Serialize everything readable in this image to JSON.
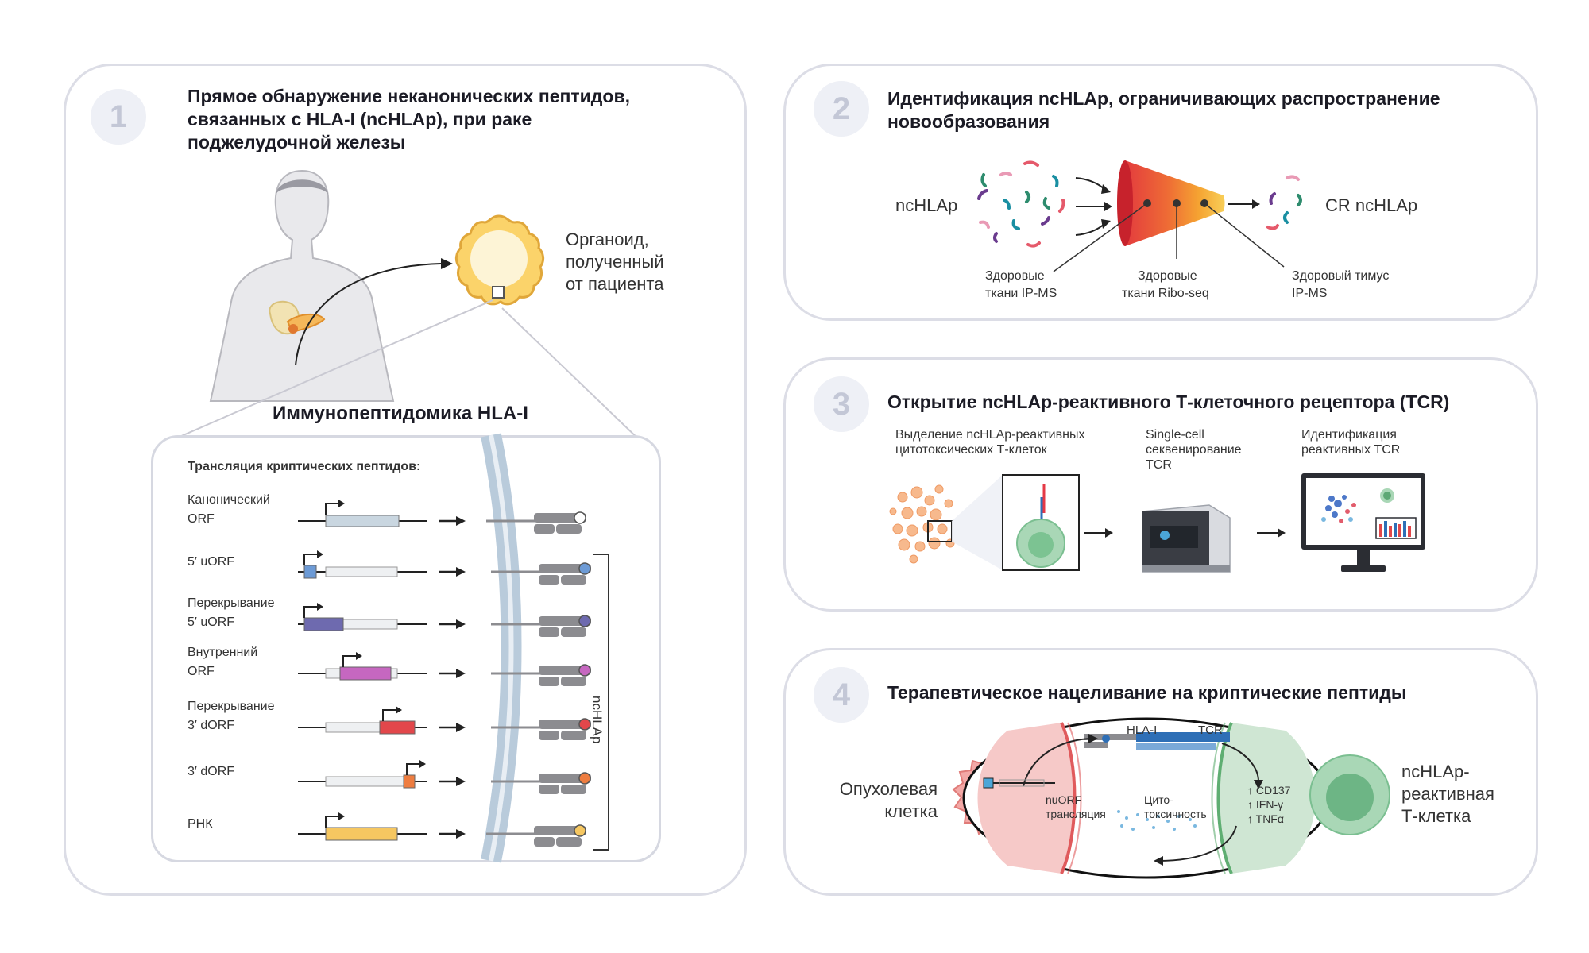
{
  "panel1": {
    "number": "1",
    "title_lines": [
      "Прямое обнаружение неканонических пептидов,",
      "связанных с HLA-I (ncHLAp), при раке",
      "поджелудочной железы"
    ],
    "organoid_label": [
      "Органоид,",
      "полученный",
      "от пациента"
    ],
    "immunopeptidomics_label": "Иммунопептидомика HLA-I",
    "card_title": "Трансляция криптических пептидов:",
    "orf_rows": [
      {
        "label": [
          "Канонический",
          "ORF"
        ],
        "color": "#c9d6e0"
      },
      {
        "label": [
          "5′ uORF"
        ],
        "color": "#6d9bd6"
      },
      {
        "label": [
          "Перекрывание",
          "5′ uORF"
        ],
        "color": "#6e6aaf"
      },
      {
        "label": [
          "Внутренний",
          "ORF"
        ],
        "color": "#c667c0"
      },
      {
        "label": [
          "Перекрывание",
          "3′ dORF"
        ],
        "color": "#e2474b"
      },
      {
        "label": [
          "3′ dORF"
        ],
        "color": "#ee7d40"
      },
      {
        "label": [
          "РНК"
        ],
        "color": "#f6c761"
      }
    ],
    "bracket_label": "ncHLAp"
  },
  "panel2": {
    "number": "2",
    "title_lines": [
      "Идентификация ncHLAp, ограничивающих распространение",
      "новообразования"
    ],
    "input_label": "ncHLAp",
    "output_label": "CR ncHLAp",
    "filters": [
      {
        "label": [
          "Здоровые",
          "ткани IP-MS"
        ]
      },
      {
        "label": [
          "Здоровые",
          "ткани Ribo-seq"
        ]
      },
      {
        "label": [
          "Здоровый тимус",
          "IP-MS"
        ]
      }
    ]
  },
  "panel3": {
    "number": "3",
    "title_lines": [
      "Открытие ncHLAp-реактивного Т-клеточного рецептора (TCR)"
    ],
    "steps": [
      {
        "label": [
          "Выделение ncHLAp-реактивных",
          "цитотоксических Т-клеток"
        ]
      },
      {
        "label": [
          "Single-cell",
          "секвенирование",
          "TCR"
        ]
      },
      {
        "label": [
          "Идентификация",
          "реактивных TCR"
        ]
      }
    ]
  },
  "panel4": {
    "number": "4",
    "title_lines": [
      "Терапевтическое нацеливание на криптические пептиды"
    ],
    "tumor_label": [
      "Опухолевая",
      "клетка"
    ],
    "tcell_label": [
      "ncHLAp-",
      "реактивная",
      "Т-клетка"
    ],
    "hla_label": "HLA-I",
    "tcr_label": "TCR",
    "translation_label": [
      "nuORF",
      "трансляция"
    ],
    "cytotox_label": [
      "Цито-",
      "токсичность"
    ],
    "markers": [
      "↑ CD137",
      "↑ IFN-γ",
      "↑ TNFα"
    ]
  },
  "colors": {
    "panel_border": "#dcdde6",
    "membrane": "#b9cbdb",
    "hla_gray": "#8c8c90"
  }
}
